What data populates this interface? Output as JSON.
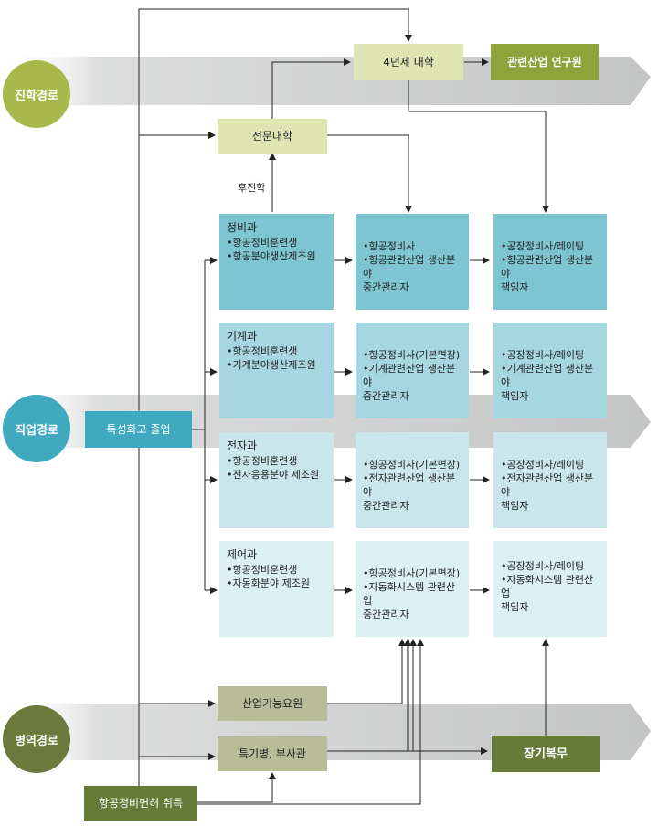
{
  "sections": {
    "advancement": "진학경로",
    "employment": "직업경로",
    "military": "병역경로"
  },
  "advancement": {
    "university": "4년제 대학",
    "research": "관련산업 연구원",
    "college": "전문대학",
    "further_study": "후진학"
  },
  "employment": {
    "graduation": "특성화고 졸업",
    "majors": [
      {
        "title": "정비과",
        "items": [
          "•항공정비훈련생",
          "•항공분야생산제조원"
        ]
      },
      {
        "title": "기계과",
        "items": [
          "•항공정비훈련생",
          "•기계분야생산제조원"
        ]
      },
      {
        "title": "전자과",
        "items": [
          "•항공정비훈련생",
          "•전자응용분야 제조원"
        ]
      },
      {
        "title": "제어과",
        "items": [
          "•항공정비훈련생",
          "•자동화분야 제조원"
        ]
      }
    ],
    "mid_careers": [
      [
        "•항공정비사",
        "•항공관련산업 생산분야",
        "중간관리자"
      ],
      [
        "•항공정비사(기본면장)",
        "•기계관련산업 생산분야",
        "중간관리자"
      ],
      [
        "•항공정비사(기본면장)",
        "•전자관련산업 생산분야",
        "중간관리자"
      ],
      [
        "•항공정비사(기본면장)",
        "•자동화시스템 관련산업",
        "중간관리자"
      ]
    ],
    "senior_careers": [
      [
        "•공장정비사/레이팅",
        "•항공관련산업 생산분야",
        "책임자"
      ],
      [
        "•공장정비사/레이팅",
        "•기계관련산업 생산분야",
        "책임자"
      ],
      [
        "•공장정비사/레이팅",
        "•전자관련산업 생산분야",
        "책임자"
      ],
      [
        "•공장정비사/레이팅",
        "•자동화시스템 관련산업",
        "책임자"
      ]
    ]
  },
  "military": {
    "industrial_agent": "산업기능요원",
    "special_soldier": "특기병, 부사관",
    "long_term": "장기복무",
    "license": "항공정비면허 취득"
  },
  "colors": {
    "advancement_circle": "#a9b84a",
    "employment_circle": "#3fa9bf",
    "military_circle": "#6b7a3a",
    "light_green_box": "#dfe5b2",
    "dark_green_box": "#8ea43a",
    "teal_dark": "#7ec5d2",
    "teal_mid": "#a6d6df",
    "teal_light": "#c8e6ec",
    "teal_pale": "#dcf0f3",
    "mil_box": "#b8bc98",
    "mil_dark": "#687a38",
    "band_gray": "#cfd0d0"
  }
}
